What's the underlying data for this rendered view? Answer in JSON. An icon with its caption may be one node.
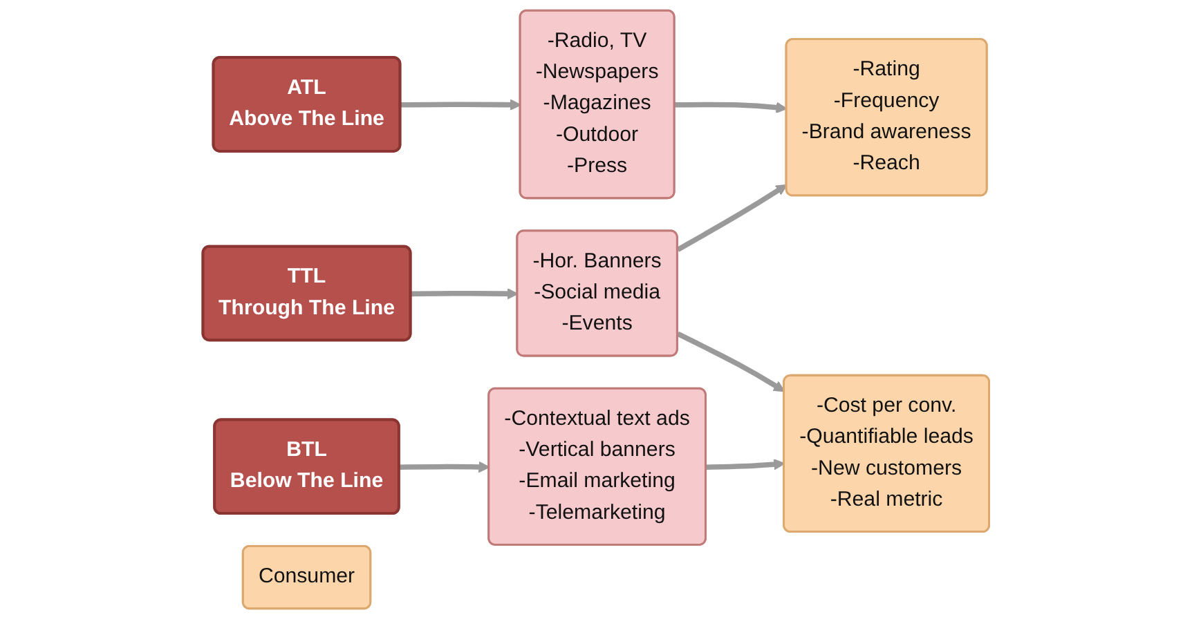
{
  "diagram": {
    "nodes": [
      {
        "text": [
          "ATL",
          "Above The Line"
        ]
      },
      {
        "text": [
          "-Radio, TV",
          "-Newspapers",
          "-Magazines",
          "-Outdoor",
          "-Press"
        ]
      },
      {
        "text": [
          "-Rating",
          "-Frequency",
          "-Brand awareness",
          "-Reach"
        ]
      },
      {
        "text": [
          "TTL",
          "Through The Line"
        ]
      },
      {
        "text": [
          "-Hor. Banners",
          "-Social media",
          "-Events"
        ]
      },
      {
        "text": [
          "BTL",
          "Below The Line"
        ]
      },
      {
        "text": [
          "-Contextual text ads",
          "-Vertical banners",
          "-Email marketing",
          "-Telemarketing"
        ]
      },
      {
        "text": [
          "-Cost per conv.",
          "-Quantifiable leads",
          "-New customers",
          "-Real metric"
        ]
      },
      {
        "text": [
          "Consumer"
        ]
      }
    ],
    "edges": [
      {
        "from": 0,
        "to": 1,
        "arrow": "to"
      },
      {
        "from": 1,
        "to": 2,
        "arrow": "to"
      },
      {
        "from": 3,
        "to": 4,
        "arrow": "to"
      },
      {
        "from": 4,
        "to": 2,
        "arrow": "to"
      },
      {
        "from": 4,
        "to": 7,
        "arrow": "to"
      },
      {
        "from": 5,
        "to": 6,
        "arrow": "to"
      },
      {
        "from": 6,
        "to": 7,
        "arrow": "to"
      }
    ]
  }
}
